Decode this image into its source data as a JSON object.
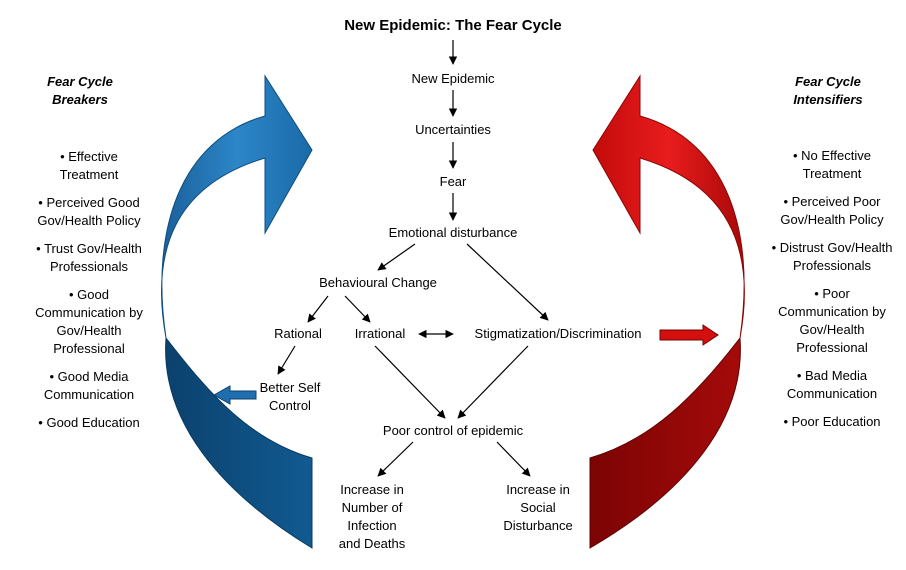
{
  "title": "New Epidemic: The Fear Cycle",
  "left_panel": {
    "title_line1": "Fear Cycle",
    "title_line2": "Breakers",
    "items": [
      "• Effective Treatment",
      "• Perceived Good Gov/Health Policy",
      "• Trust Gov/Health Professionals",
      "• Good Communication by Gov/Health Professional",
      "• Good Media Communication",
      "• Good Education"
    ]
  },
  "right_panel": {
    "title_line1": "Fear Cycle",
    "title_line2": "Intensifiers",
    "items": [
      "• No Effective Treatment",
      "• Perceived Poor Gov/Health Policy",
      "• Distrust Gov/Health Professionals",
      "• Poor Communication by Gov/Health Professional",
      "• Bad Media Communication",
      "• Poor Education"
    ]
  },
  "nodes": {
    "new_epidemic": "New Epidemic",
    "uncertainties": "Uncertainties",
    "fear": "Fear",
    "emotional": "Emotional disturbance",
    "behavioural": "Behavioural Change",
    "rational": "Rational",
    "irrational": "Irrational",
    "stigma": "Stigmatization/Discrimination",
    "better_line1": "Better Self",
    "better_line2": "Control",
    "poor_control": "Poor control of epidemic",
    "increase_infection": [
      "Increase in",
      "Number of",
      "Infection",
      "and Deaths"
    ],
    "increase_social": [
      "Increase in",
      "Social",
      "Disturbance"
    ]
  },
  "colors": {
    "blue": "#1f6fb0",
    "blue_dark": "#0d4f83",
    "red": "#d50e0e",
    "red_dark": "#8f0606"
  }
}
